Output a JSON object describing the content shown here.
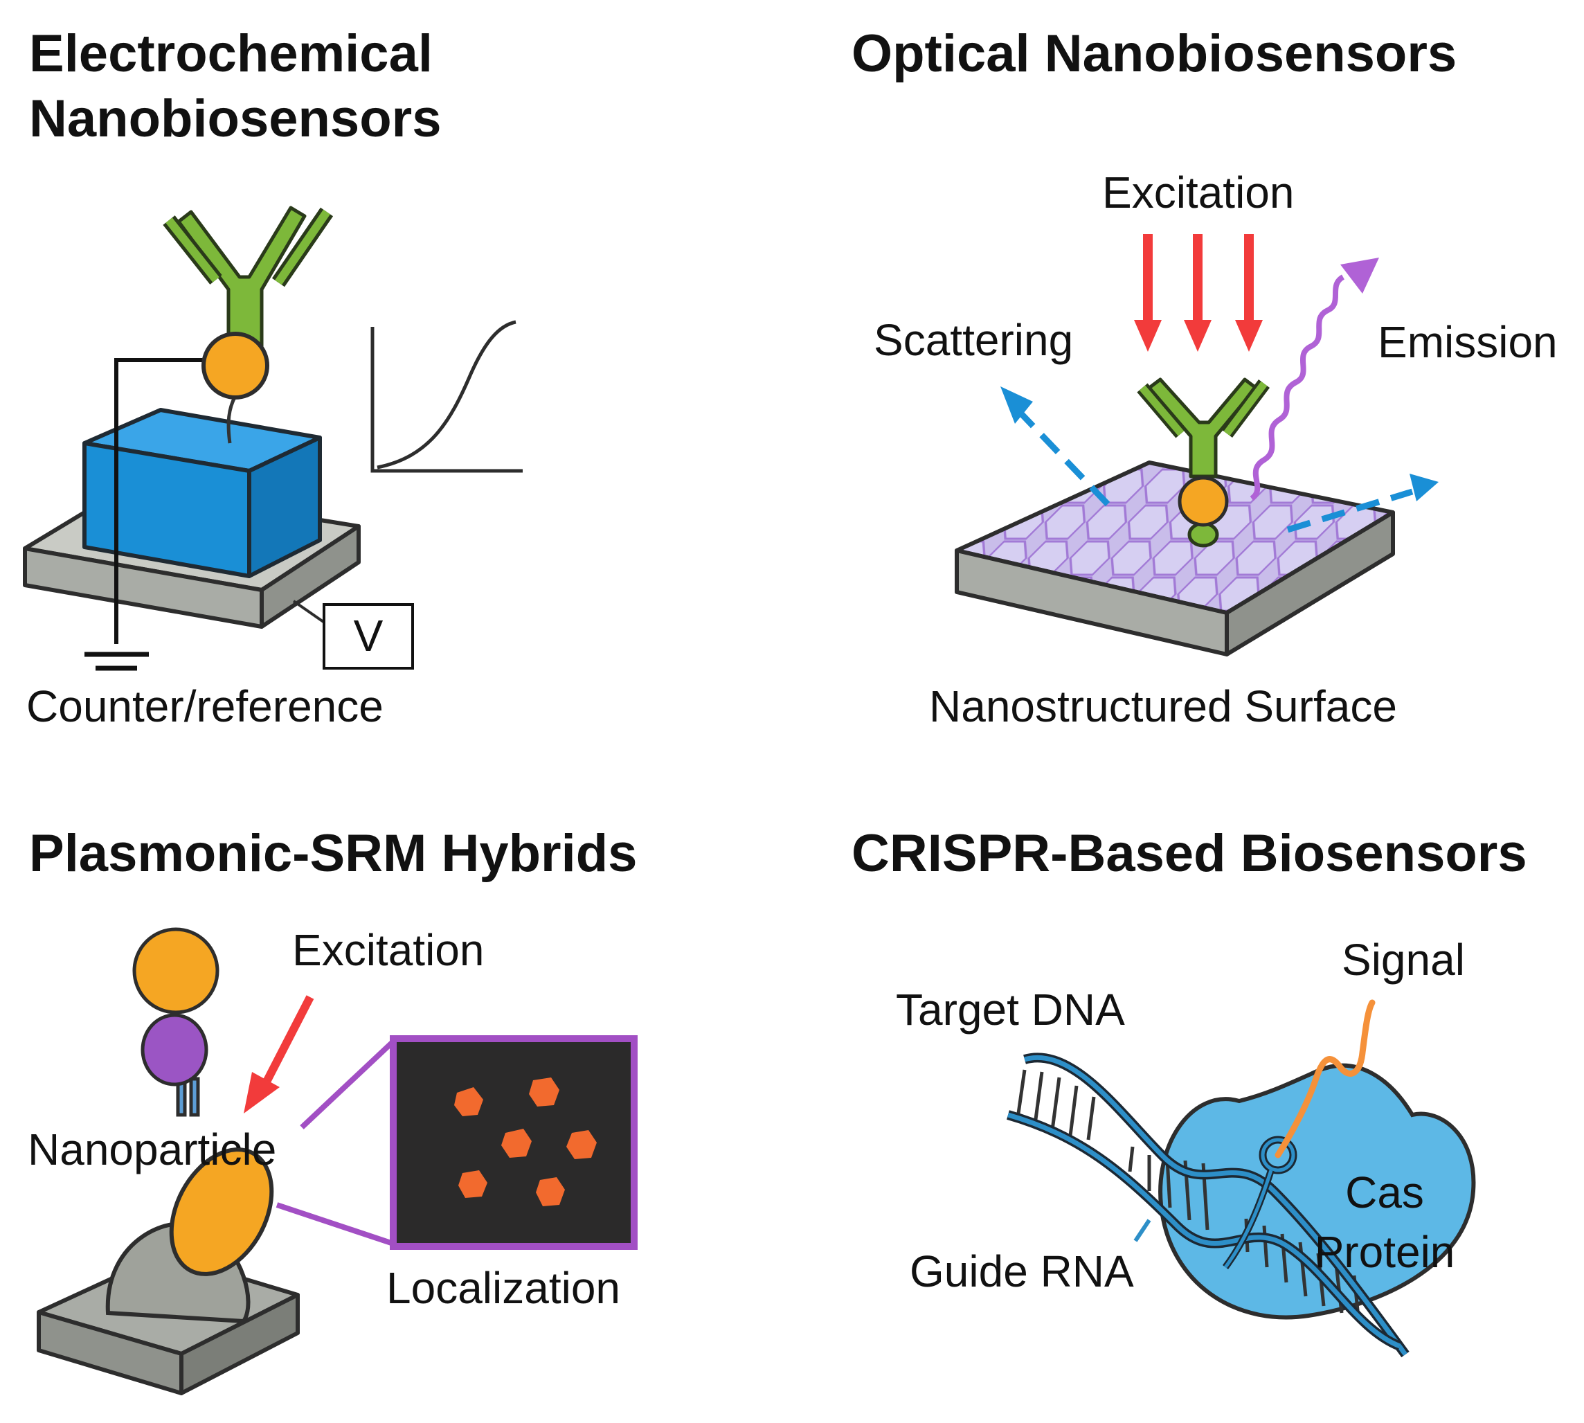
{
  "panels": {
    "electrochemical": {
      "title_line1": "Electrochemical",
      "title_line2": "Nanobiosensors",
      "voltage_label": "V",
      "counter_label": "Counter/reference"
    },
    "optical": {
      "title": "Optical Nanobiosensors",
      "excitation_label": "Excitation",
      "scattering_label": "Scattering",
      "emission_label": "Emission",
      "surface_label": "Nanostructured Surface"
    },
    "plasmonic": {
      "title": "Plasmonic-SRM Hybrids",
      "excitation_label": "Excitation",
      "nanoparticle_label": "Nanoparticle",
      "localization_label": "Localization"
    },
    "crispr": {
      "title": "CRISPR-Based Biosensors",
      "signal_label": "Signal",
      "target_label": "Target DNA",
      "guide_label": "Guide RNA",
      "protein_label_line1": "Cas",
      "protein_label_line2": "Protein"
    }
  },
  "colors": {
    "antibody": "#7db83a",
    "gold": "#f5a623",
    "electrode_blue": "#1a8fd6",
    "substrate_gray": "#a9aca6",
    "surface_lavender": "#c4b8e8",
    "excitation_red": "#f23b3b",
    "emission_purple": "#b062d6",
    "scatter_blue": "#1a8fd6",
    "cas_blue": "#5db8e6",
    "signal_orange": "#f5913a",
    "localization_bg": "#2b2a2a",
    "localization_spot": "#f26a2e",
    "frame_purple": "#a24fc4"
  }
}
